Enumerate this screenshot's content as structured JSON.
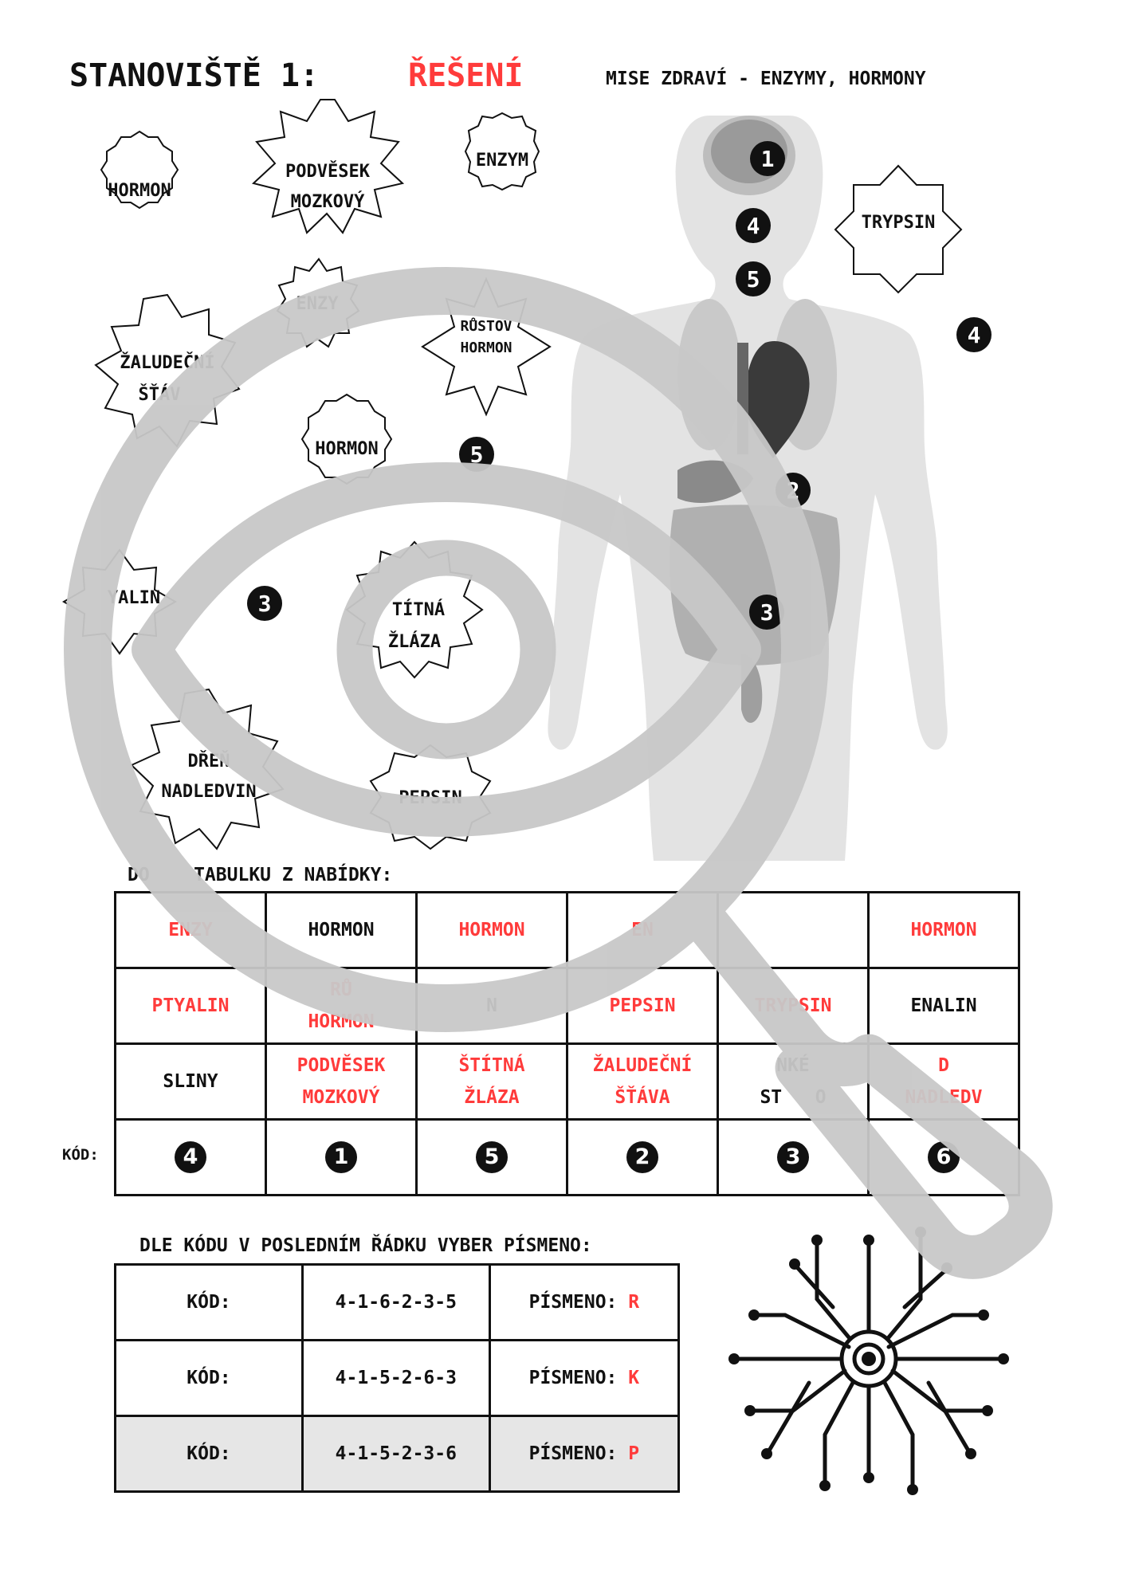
{
  "header": {
    "title": "STANOVIŠTĚ 1:",
    "solution": "ŘEŠENÍ",
    "subtitle": "MISE ZDRAVÍ - ENZYMY, HORMONY"
  },
  "stickers": {
    "s1": "HORMON",
    "s2a": "PODVĚSEK",
    "s2b": "MOZKOVÝ",
    "s3": "ENZYM",
    "s4": "TRYPSIN",
    "s5": "ENZY",
    "s6a": "RŮSTOV",
    "s6b": "HORMON",
    "s7a": "ŽALUDEČNÍ",
    "s7b": "ŠŤÁV",
    "s8": "HORMON",
    "s9": "YALIN",
    "s10a": "TÍTNÁ",
    "s10b": "ŽLÁZA",
    "s11a": "DŘEŇ",
    "s11b": "NADLEDVIN",
    "s12": "PEPSIN"
  },
  "body_markers": {
    "m1": "1",
    "m4": "4",
    "m5": "5",
    "m4b": "4",
    "m2": "2",
    "m3": "3"
  },
  "loose_markers": {
    "l5": "5",
    "l3": "3"
  },
  "instruction_top": "DO    TABULKU Z NABÍDKY:",
  "table": {
    "row1": [
      "ENZY",
      "HORMON",
      "HORMON",
      "EN",
      "",
      "HORMON"
    ],
    "row2": [
      "PTYALIN",
      "RŮ",
      "HORMON",
      "N",
      "PEPSIN",
      "TRYPSIN",
      "ENALIN"
    ],
    "row3": [
      "SLINY",
      "PODVĚSEK",
      "MOZKOVÝ",
      "ŠTÍTNÁ",
      "ŽLÁZA",
      "ŽALUDEČNÍ",
      "ŠŤÁVA",
      "NKÉ",
      "ST   O",
      "D",
      "NADLEDV"
    ],
    "kod_label": "KÓD:",
    "codes": [
      "4",
      "1",
      "5",
      "2",
      "3",
      "6"
    ]
  },
  "instruction_bottom": "DLE KÓDU V POSLEDNÍM ŘÁDKU VYBER PÍSMENO:",
  "answers": [
    {
      "label": "KÓD:",
      "code": "4-1-6-2-3-5",
      "letter_label": "PÍSMENO:",
      "letter": "R"
    },
    {
      "label": "KÓD:",
      "code": "4-1-5-2-6-3",
      "letter_label": "PÍSMENO:",
      "letter": "K"
    },
    {
      "label": "KÓD:",
      "code": "4-1-5-2-3-6",
      "letter_label": "PÍSMENO:",
      "letter": "P"
    }
  ],
  "colors": {
    "red": "#ff3b3b",
    "black": "#111111",
    "body_gray": "#e3e3e3",
    "overlay_gray": "#c8c8c8",
    "highlight_row": "#e6e6e6"
  },
  "icons": [
    "magnifier-eye-icon",
    "circuit-target-icon",
    "human-body-illustration"
  ]
}
